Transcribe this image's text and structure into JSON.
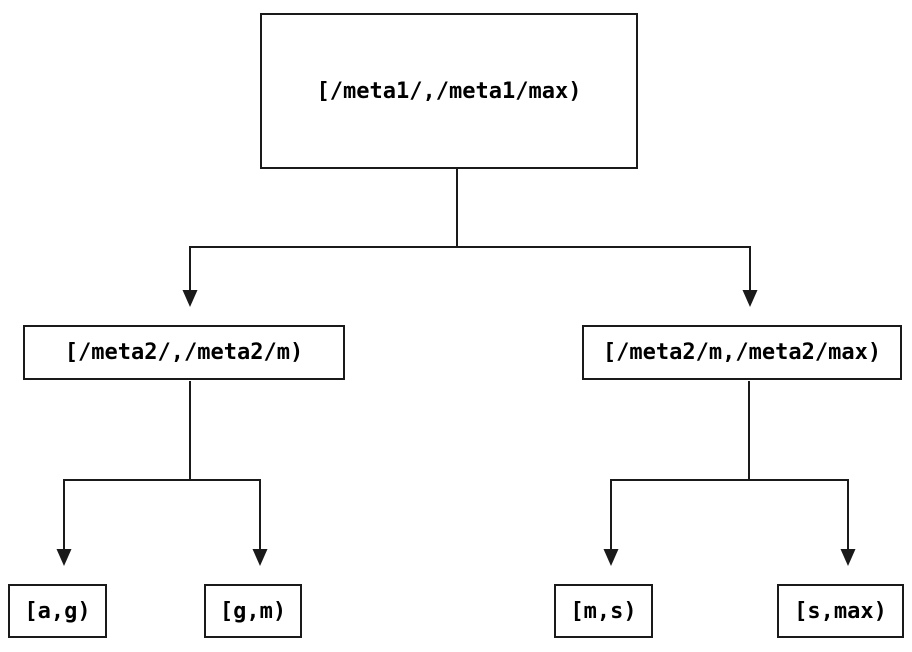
{
  "diagram": {
    "type": "tree",
    "nodes": {
      "root": {
        "id": "root",
        "label": "[/meta1/,/meta1/max)"
      },
      "left_mid": {
        "id": "left_mid",
        "label": "[/meta2/,/meta2/m)"
      },
      "right_mid": {
        "id": "right_mid",
        "label": "[/meta2/m,/meta2/max)"
      },
      "leaf_ag": {
        "id": "leaf_ag",
        "label": "[a,g)"
      },
      "leaf_gm": {
        "id": "leaf_gm",
        "label": "[g,m)"
      },
      "leaf_ms": {
        "id": "leaf_ms",
        "label": "[m,s)"
      },
      "leaf_smax": {
        "id": "leaf_smax",
        "label": "[s,max)"
      }
    },
    "edges": [
      {
        "from": "root",
        "to": "left_mid",
        "arrow": "down"
      },
      {
        "from": "root",
        "to": "right_mid",
        "arrow": "down"
      },
      {
        "from": "left_mid",
        "to": "leaf_ag",
        "arrow": "down"
      },
      {
        "from": "left_mid",
        "to": "leaf_gm",
        "arrow": "down"
      },
      {
        "from": "right_mid",
        "to": "leaf_ms",
        "arrow": "down"
      },
      {
        "from": "right_mid",
        "to": "leaf_smax",
        "arrow": "down"
      }
    ],
    "colors": {
      "background": "#ffffff",
      "line": "#1a1a1a",
      "box_border": "#1a1a1a",
      "box_fill": "#ffffff",
      "text": "#000000"
    }
  }
}
